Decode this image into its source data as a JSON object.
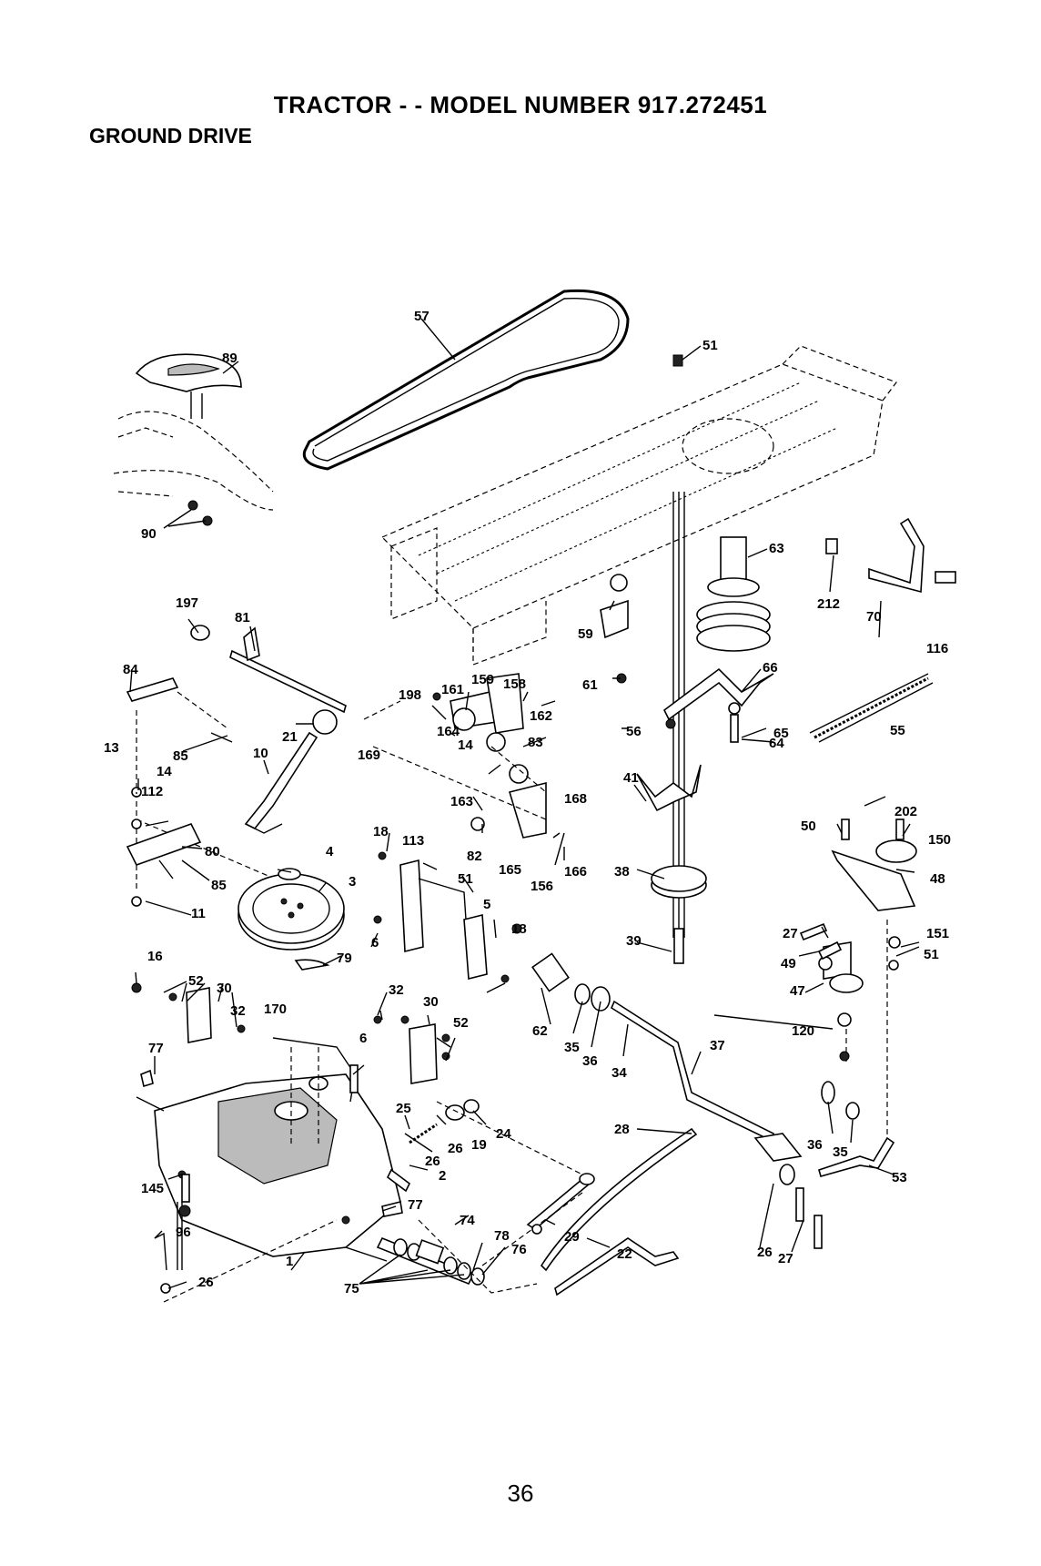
{
  "header": {
    "title": "TRACTOR - - MODEL NUMBER 917.272451",
    "section": "GROUND DRIVE"
  },
  "page_number": "36",
  "callouts": [
    "57",
    "51",
    "89",
    "90",
    "63",
    "212",
    "70",
    "116",
    "197",
    "81",
    "84",
    "66",
    "59",
    "61",
    "198",
    "161",
    "159",
    "158",
    "162",
    "55",
    "65",
    "56",
    "64",
    "21",
    "169",
    "164",
    "14",
    "83",
    "10",
    "85",
    "13",
    "14",
    "41",
    "163",
    "168",
    "112",
    "202",
    "50",
    "150",
    "80",
    "18",
    "113",
    "82",
    "165",
    "166",
    "38",
    "4",
    "48",
    "85",
    "3",
    "51",
    "156",
    "5",
    "18",
    "151",
    "27",
    "11",
    "39",
    "51",
    "79",
    "49",
    "6",
    "16",
    "47",
    "52",
    "30",
    "32",
    "30",
    "62",
    "170",
    "120",
    "32",
    "52",
    "35",
    "36",
    "6",
    "77",
    "34",
    "37",
    "25",
    "24",
    "19",
    "26",
    "36",
    "35",
    "28",
    "26",
    "2",
    "145",
    "53",
    "77",
    "74",
    "96",
    "29",
    "78",
    "76",
    "22",
    "26",
    "27",
    "1",
    "26",
    "75"
  ]
}
